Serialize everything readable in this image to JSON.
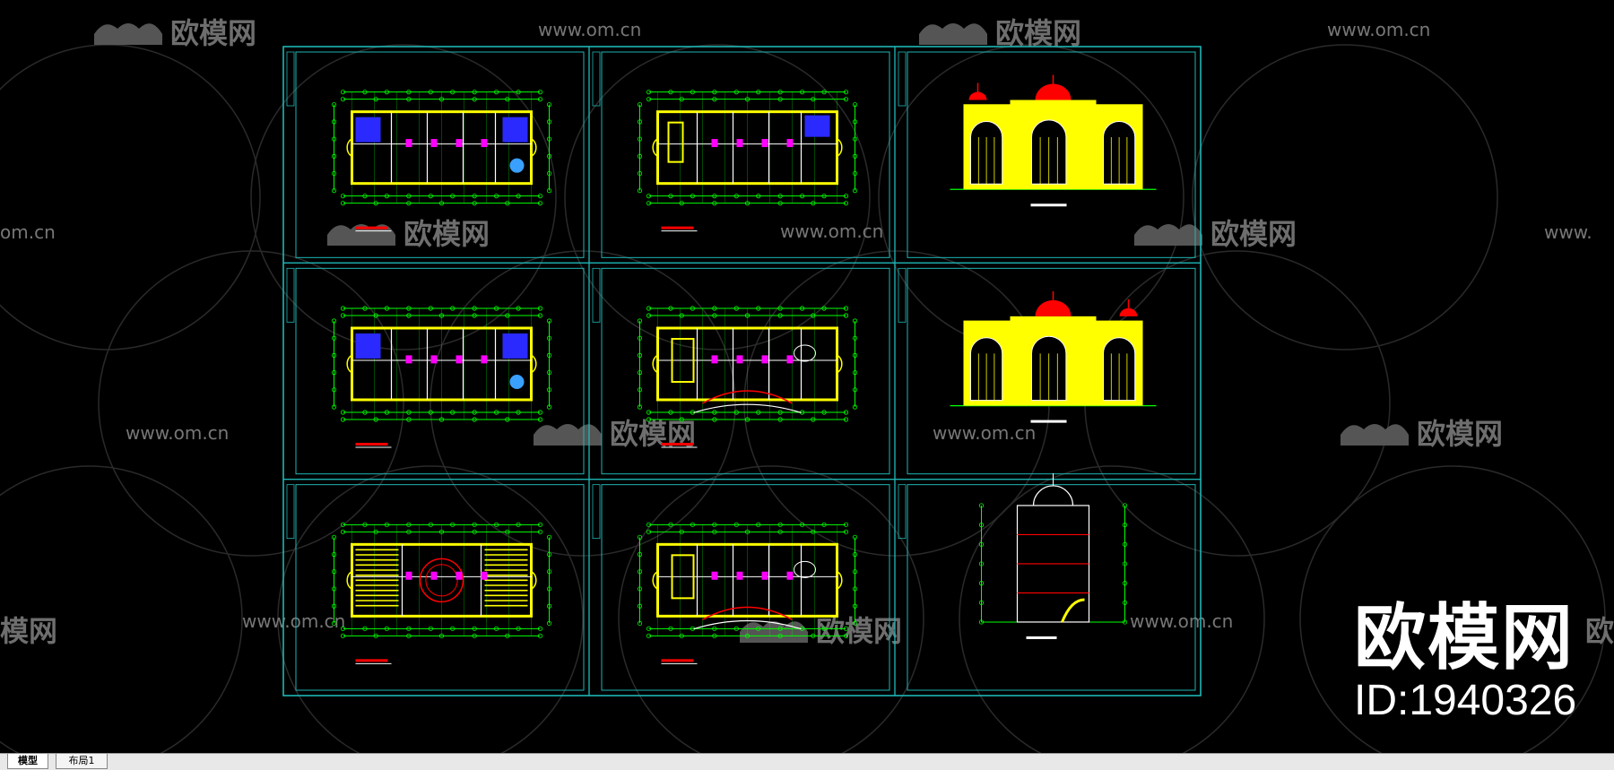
{
  "watermarks": {
    "brand_text": "欧模网",
    "url_text": "www.om.cn",
    "url_fragment_left": "om.cn",
    "url_fragment_right": "www.",
    "brand_fragment_left": "模网",
    "brand_fragment_right": "欧"
  },
  "big_watermark": {
    "brand": "欧模网",
    "id": "ID:1940326"
  },
  "tabs": [
    {
      "label": "模型",
      "active": true
    },
    {
      "label": "布局1",
      "active": false
    }
  ],
  "colors": {
    "frame": "#1fb5b5",
    "walls": "#ffff00",
    "dims": "#00ff00",
    "accent_red": "#ff0000",
    "accent_blue": "#2a2aff",
    "accent_magenta": "#ff00ff",
    "accent_white": "#ffffff"
  },
  "sheets": [
    {
      "kind": "plan",
      "variant": "a"
    },
    {
      "kind": "plan",
      "variant": "b"
    },
    {
      "kind": "elevation",
      "variant": "a"
    },
    {
      "kind": "plan",
      "variant": "c"
    },
    {
      "kind": "plan",
      "variant": "d"
    },
    {
      "kind": "elevation",
      "variant": "b"
    },
    {
      "kind": "plan",
      "variant": "e"
    },
    {
      "kind": "plan",
      "variant": "f"
    },
    {
      "kind": "section",
      "variant": "a"
    }
  ]
}
